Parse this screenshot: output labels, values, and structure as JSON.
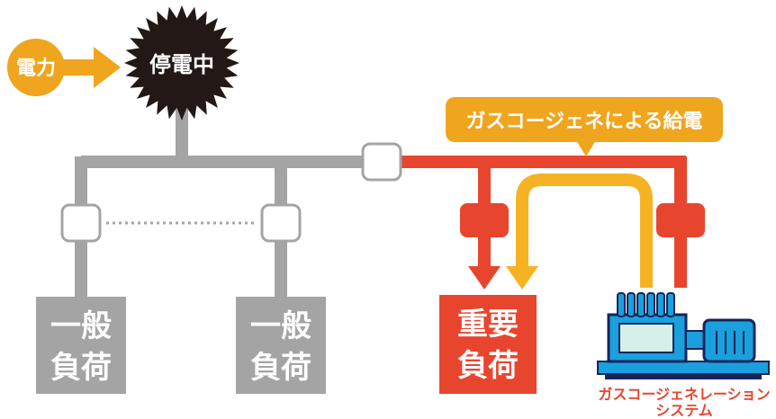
{
  "labels": {
    "power_source": "電力",
    "outage": "停電中",
    "gas_supply_callout": "ガスコージェネによる給電",
    "general_load_1": [
      "一般",
      "負荷"
    ],
    "general_load_2": [
      "一般",
      "負荷"
    ],
    "critical_load": [
      "重要",
      "負荷"
    ],
    "system_caption": [
      "ガスコージェネレーション",
      "システム"
    ]
  },
  "colors": {
    "orange": "#f0a51e",
    "orange_line": "#f5b324",
    "red": "#e8452f",
    "gray": "#a4a4a4",
    "dark": "#231815",
    "blue": "#1aa0dc",
    "navy": "#15255a"
  }
}
